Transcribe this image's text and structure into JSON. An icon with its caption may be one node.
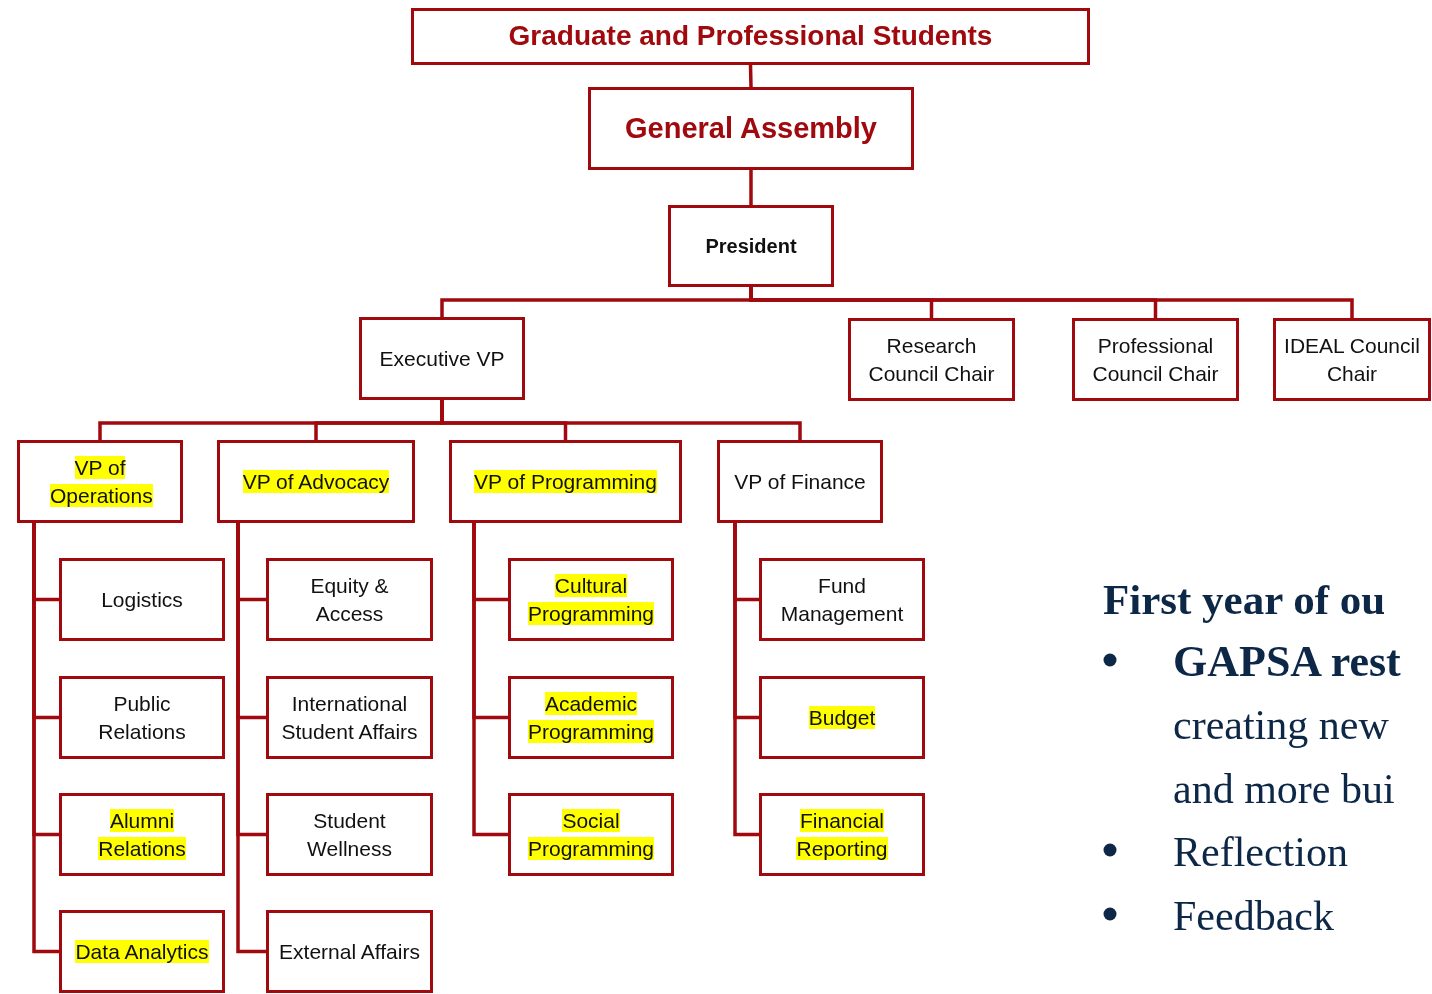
{
  "diagram": {
    "nodes": [
      {
        "text": [
          "Graduate and Professional Students"
        ]
      },
      {
        "text": [
          "General Assembly"
        ]
      },
      {
        "text": [
          "President"
        ]
      },
      {
        "text": [
          "Executive VP"
        ]
      },
      {
        "text": [
          "Research Council Chair"
        ]
      },
      {
        "text": [
          "Professional Council Chair"
        ]
      },
      {
        "text": [
          "IDEAL Council Chair"
        ]
      },
      {
        "text": [
          "VP of Operations"
        ]
      },
      {
        "text": [
          "VP of Advocacy"
        ]
      },
      {
        "text": [
          "VP of Programming"
        ]
      },
      {
        "text": [
          "VP of Finance"
        ]
      },
      {
        "text": [
          "Logistics"
        ]
      },
      {
        "text": [
          "Public Relations"
        ]
      },
      {
        "text": [
          "Alumni Relations"
        ]
      },
      {
        "text": [
          "Data Analytics"
        ]
      },
      {
        "text": [
          "Equity & Access"
        ]
      },
      {
        "text": [
          "International Student Affairs"
        ]
      },
      {
        "text": [
          "Student Wellness"
        ]
      },
      {
        "text": [
          "External Affairs"
        ]
      },
      {
        "text": [
          "Cultural Programming"
        ]
      },
      {
        "text": [
          "Academic Programming"
        ]
      },
      {
        "text": [
          "Social Programming"
        ]
      },
      {
        "text": [
          "Fund Management"
        ]
      },
      {
        "text": [
          "Budget"
        ]
      },
      {
        "text": [
          "Financial Reporting"
        ]
      }
    ],
    "edges": [
      {
        "from": 0,
        "to": 1,
        "arrow": "none"
      },
      {
        "from": 1,
        "to": 2,
        "arrow": "none"
      },
      {
        "from": 2,
        "to": 3,
        "arrow": "none"
      },
      {
        "from": 2,
        "to": 4,
        "arrow": "none"
      },
      {
        "from": 2,
        "to": 5,
        "arrow": "none"
      },
      {
        "from": 2,
        "to": 6,
        "arrow": "none"
      },
      {
        "from": 3,
        "to": 7,
        "arrow": "none"
      },
      {
        "from": 3,
        "to": 8,
        "arrow": "none"
      },
      {
        "from": 3,
        "to": 9,
        "arrow": "none"
      },
      {
        "from": 3,
        "to": 10,
        "arrow": "none"
      },
      {
        "from": 7,
        "to": 11,
        "arrow": "none"
      },
      {
        "from": 7,
        "to": 12,
        "arrow": "none"
      },
      {
        "from": 7,
        "to": 13,
        "arrow": "none"
      },
      {
        "from": 7,
        "to": 14,
        "arrow": "none"
      },
      {
        "from": 8,
        "to": 15,
        "arrow": "none"
      },
      {
        "from": 8,
        "to": 16,
        "arrow": "none"
      },
      {
        "from": 8,
        "to": 17,
        "arrow": "none"
      },
      {
        "from": 8,
        "to": 18,
        "arrow": "none"
      },
      {
        "from": 9,
        "to": 19,
        "arrow": "none"
      },
      {
        "from": 9,
        "to": 20,
        "arrow": "none"
      },
      {
        "from": 9,
        "to": 21,
        "arrow": "none"
      },
      {
        "from": 10,
        "to": 22,
        "arrow": "none"
      },
      {
        "from": 10,
        "to": 23,
        "arrow": "none"
      },
      {
        "from": 10,
        "to": 24,
        "arrow": "none"
      }
    ],
    "labels": [
      "First year of ou",
      "GAPSA rest",
      "creating new",
      "and more bui",
      "Reflection",
      "Feedback"
    ]
  }
}
